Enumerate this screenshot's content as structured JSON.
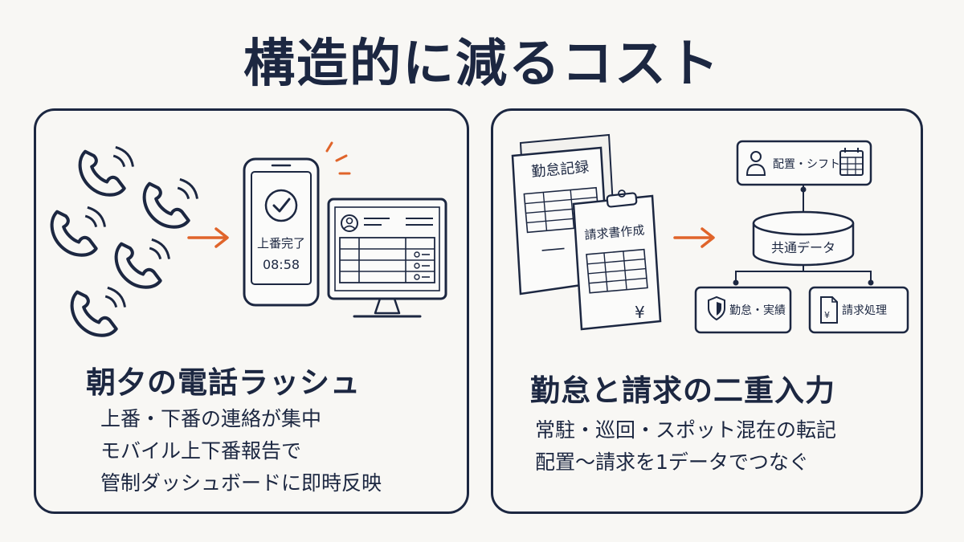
{
  "title": "構造的に減るコスト",
  "left": {
    "screen_status": "上番完了",
    "screen_time": "08:58",
    "heading": "朝夕の電話ラッシュ",
    "lines": [
      "上番・下番の連絡が集中",
      "モバイル上下番報告で",
      "管制ダッシュボードに即時反映"
    ]
  },
  "right": {
    "doc_attendance": "勤怠記録",
    "doc_invoice": "請求書作成",
    "yen": "¥",
    "node_top": "配置・シフト",
    "node_center": "共通データ",
    "node_left": "勤怠・実績",
    "node_right": "請求処理",
    "heading": "勤怠と請求の二重入力",
    "lines": [
      "常駐・巡回・スポット混在の転記",
      "配置〜請求を1データでつなぐ"
    ]
  },
  "colors": {
    "ink": "#1c2741",
    "accent": "#e0642a",
    "background": "#f8f7f4"
  }
}
